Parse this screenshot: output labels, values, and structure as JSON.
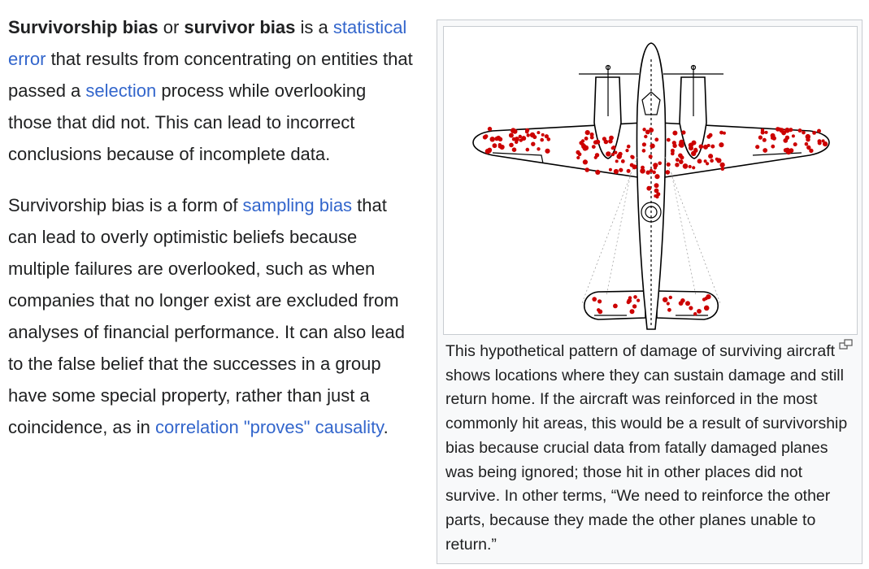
{
  "article": {
    "p1": {
      "t1": "Survivorship bias",
      "t2": " or ",
      "t3": "survivor bias",
      "t4": " is a ",
      "link1": "statistical error",
      "t5": " that results from concentrating on entities that passed a ",
      "link2": "selection",
      "t6": " process while overlooking those that did not. This can lead to incorrect conclusions because of incomplete data."
    },
    "p2": {
      "t1": "Survivorship bias is a form of ",
      "link1": "sampling bias",
      "t2": " that can lead to overly optimistic beliefs because multiple failures are overlooked, such as when companies that no longer exist are excluded from analyses of financial performance. It can also lead to the false belief that the successes in a group have some special property, rather than just a coincidence, as in ",
      "link2": "correlation \"proves\" causality",
      "t3": "."
    }
  },
  "figure": {
    "caption": "This hypothetical pattern of damage of surviving aircraft shows locations where they can sustain damage and still return home. If the aircraft was reinforced in the most commonly hit areas, this would be a result of survivorship bias because crucial data from fatally damaged planes was being ignored; those hit in other places did not survive. In other terms, “We need to reinforce the other parts, because they made the other planes unable to return.”",
    "enlarge_icon": "enlarge-icon",
    "hit_color": "#cc0000"
  }
}
